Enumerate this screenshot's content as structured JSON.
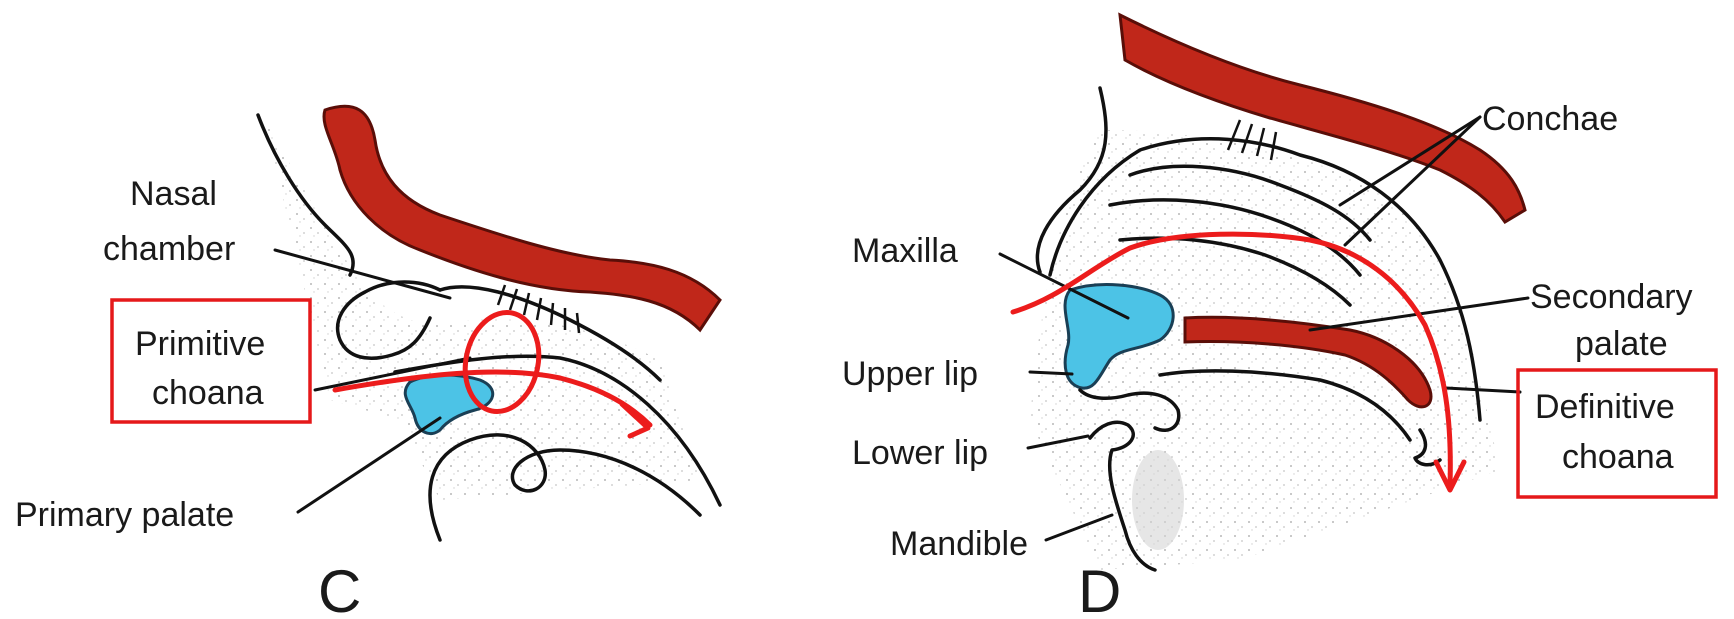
{
  "panel_c": {
    "letter": "C",
    "labels": {
      "nasal_1": "Nasal",
      "nasal_2": "chamber",
      "primitive_1": "Primitive",
      "primitive_2": "choana",
      "primary_palate": "Primary palate"
    }
  },
  "panel_d": {
    "letter": "D",
    "labels": {
      "conchae": "Conchae",
      "maxilla": "Maxilla",
      "secondary_1": "Secondary",
      "secondary_2": "palate",
      "upper_lip": "Upper lip",
      "definitive_1": "Definitive",
      "definitive_2": "choana",
      "lower_lip": "Lower lip",
      "mandible": "Mandible"
    }
  },
  "colors": {
    "bone": "#c0271a",
    "palate": "#4cc3e6",
    "annotation": "#ec1c1c"
  }
}
